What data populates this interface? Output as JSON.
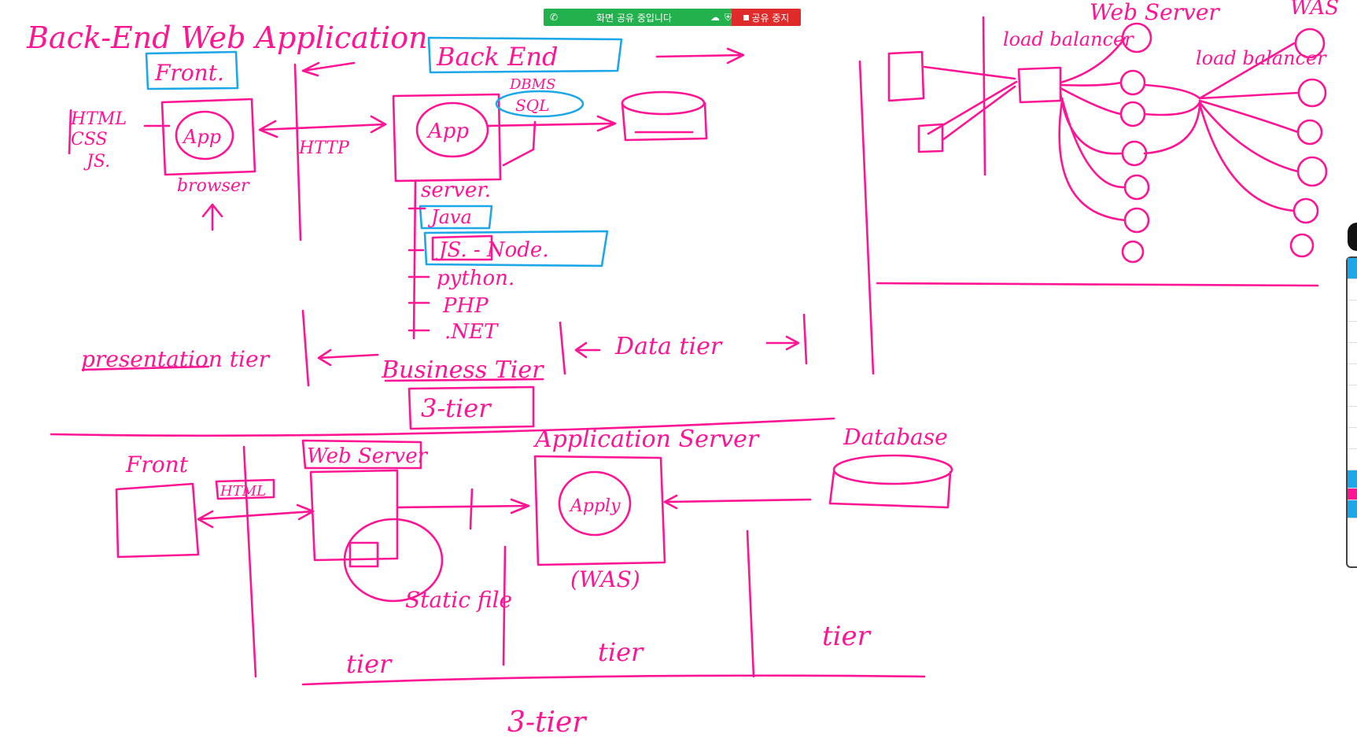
{
  "share_bar": {
    "status": "화면 공유 중입니다",
    "stop_label": "공유 중지",
    "color_bar": "#22b14c",
    "color_stop": "#e02b2b"
  },
  "ink_color": "#ff1493",
  "highlight_color": "#1ea7e8",
  "labels": {
    "title": "Back-End Web Application",
    "front_box": "Front.",
    "back_end_box": "Back End",
    "tech1": "HTML",
    "tech2": "CSS",
    "tech3": "JS.",
    "app_left": "App",
    "app_right": "App",
    "browser": "browser",
    "http": "HTTP",
    "dbms": "DBMS",
    "sql": "SQL",
    "server": "server.",
    "java": "Java",
    "js_node": "JS. - Node.",
    "python": "python.",
    "php": "PHP",
    "dotnet": ".NET",
    "presentation_tier": "presentation tier",
    "business_tier": "Business Tier",
    "data_tier": "Data tier",
    "three_tier_box": "3-tier",
    "web_server_top": "Web Server",
    "was_top": "WAS",
    "load_balancer_1": "load balancer",
    "load_balancer_2": "load balancer",
    "front_bottom": "Front",
    "html_bottom": "HTML",
    "web_server_bottom": "Web Server",
    "application_server": "Application Server",
    "database": "Database",
    "apply": "Apply",
    "was_bottom": "(WAS)",
    "static_file": "Static file",
    "tier_1": "tier",
    "tier_2": "tier",
    "tier_3": "tier",
    "three_tier_bottom": "3-tier"
  },
  "toolbar": {
    "tools": [
      "pointer-icon",
      "pen-icon",
      "text-icon",
      "eraser-icon",
      "shape-icon",
      "undo-icon",
      "delete-icon",
      "save-icon",
      "camera-icon",
      "clear-icon"
    ],
    "colors": [
      "#1ea7e8",
      "#ff1493",
      "#1ea7e8"
    ]
  }
}
